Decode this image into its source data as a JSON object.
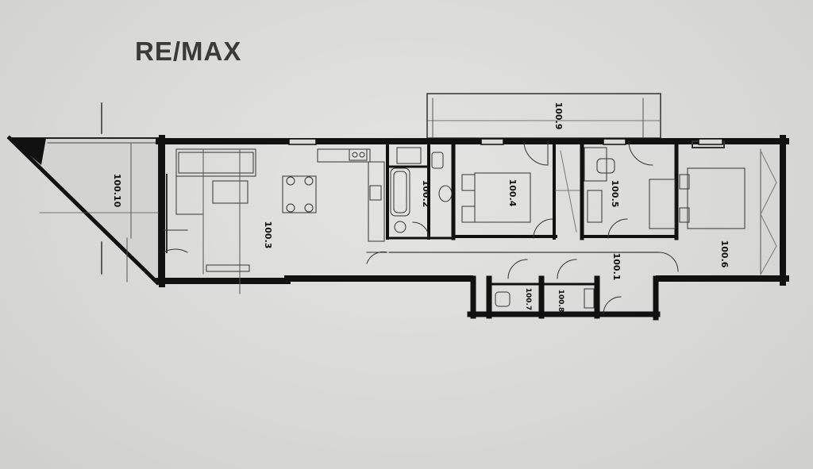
{
  "brand": {
    "logo_text": "RE/MAX"
  },
  "plan": {
    "rooms": [
      {
        "id": "100.1",
        "label": "100.1",
        "rotate": 90
      },
      {
        "id": "100.2",
        "label": "100.2",
        "rotate": 90
      },
      {
        "id": "100.3",
        "label": "100.3",
        "rotate": 90
      },
      {
        "id": "100.4",
        "label": "100.4",
        "rotate": 90
      },
      {
        "id": "100.5",
        "label": "100.5",
        "rotate": 90
      },
      {
        "id": "100.6",
        "label": "100.6",
        "rotate": 90
      },
      {
        "id": "100.7",
        "label": "100.7",
        "rotate": 90
      },
      {
        "id": "100.8",
        "label": "100.8",
        "rotate": 90
      },
      {
        "id": "100.9",
        "label": "100.9",
        "rotate": 90
      },
      {
        "id": "100.10",
        "label": "100.10",
        "rotate": 90
      }
    ]
  }
}
